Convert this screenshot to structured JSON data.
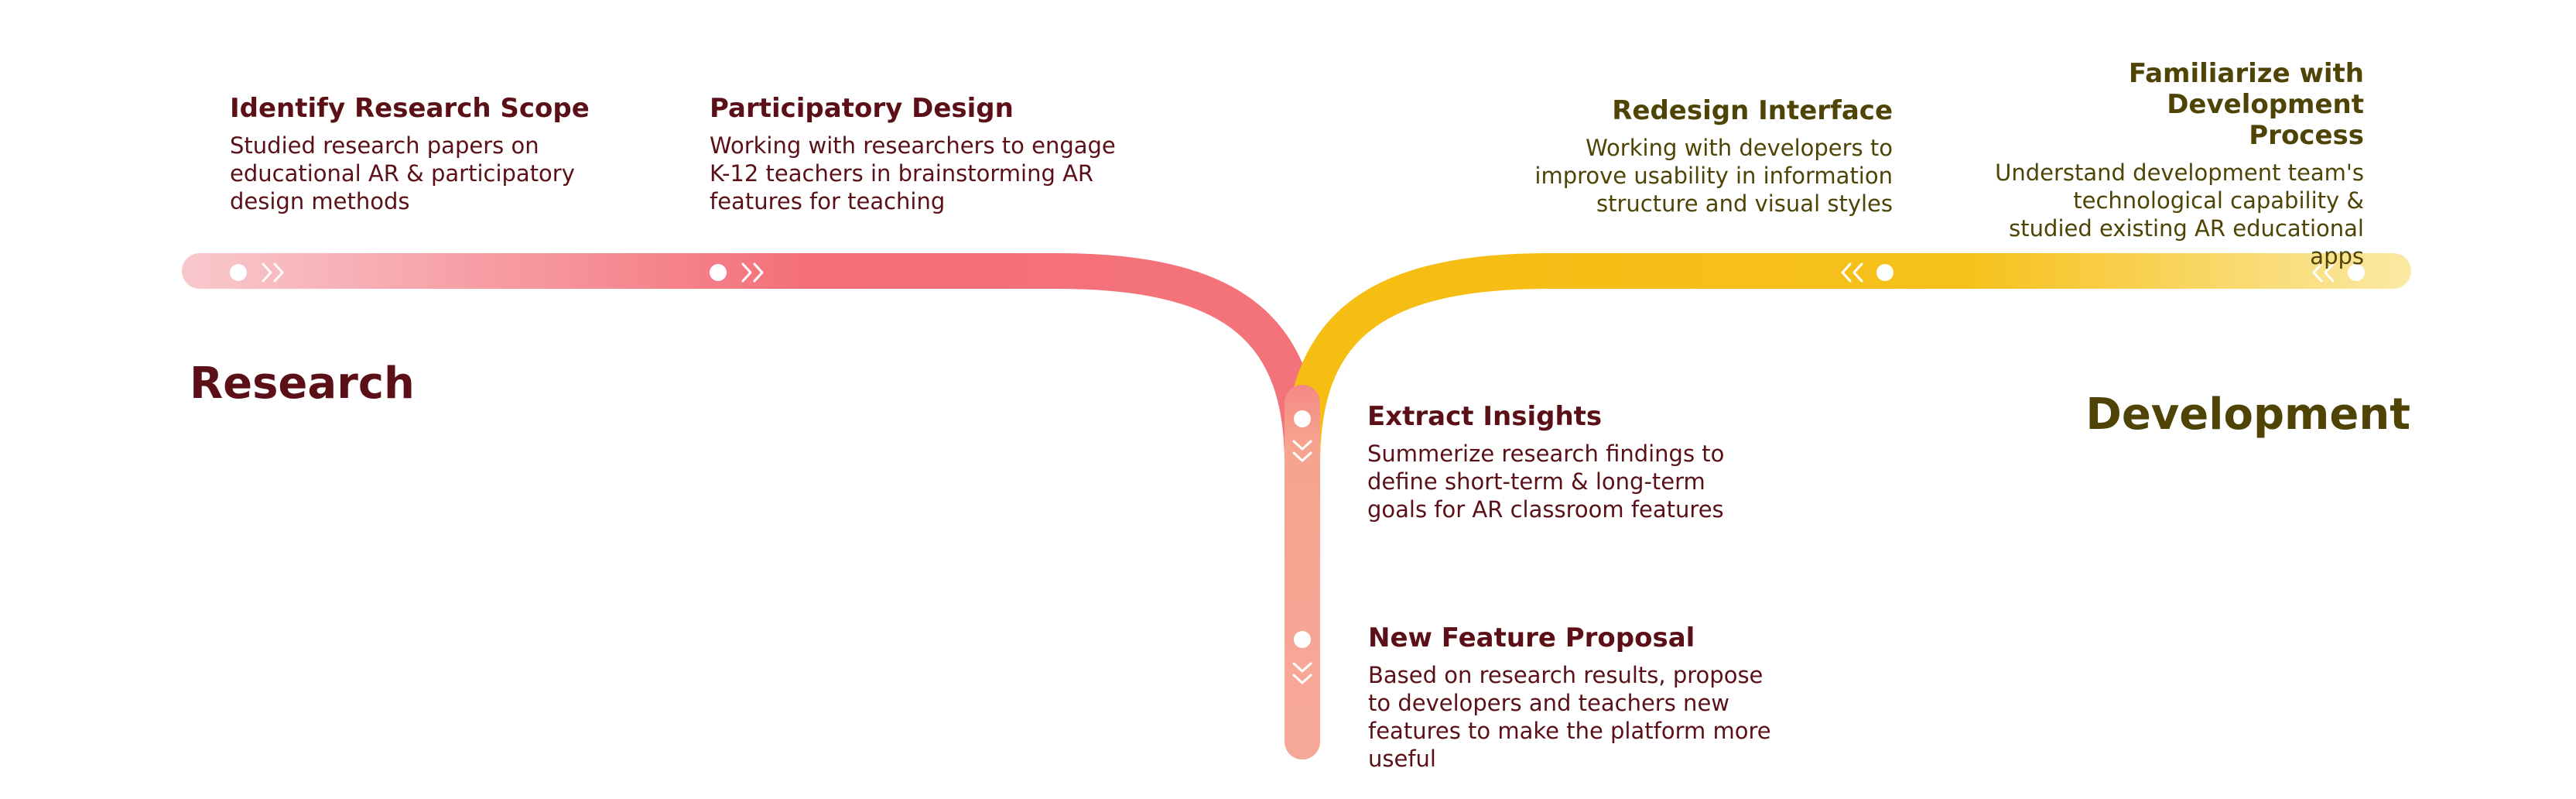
{
  "colors": {
    "research_dark": "#5a1016",
    "development_dark": "#4f4406",
    "research_track_light": "#f7c2c7",
    "research_track": "#f46f78",
    "development_track": "#f6bd12",
    "development_track_light": "#fbe8a0",
    "stem_track": "#f6a596"
  },
  "phases": {
    "research": "Research",
    "development": "Development"
  },
  "steps": {
    "identify_scope": {
      "title": "Identify Research Scope",
      "description": "Studied research papers on educational AR & participatory design methods"
    },
    "participatory_design": {
      "title": "Participatory Design",
      "description": "Working with researchers to engage K-12 teachers in brainstorming AR features for teaching"
    },
    "redesign_interface": {
      "title": "Redesign Interface",
      "description": "Working with developers to improve usability in information structure and visual styles"
    },
    "familiarize_process": {
      "title": "Familiarize with Development Process",
      "description": "Understand development team's technological capability & studied existing AR educational apps"
    },
    "extract_insights": {
      "title": "Extract Insights",
      "description": "Summerize research findings to define short-term & long-term goals for AR classroom features"
    },
    "new_feature_proposal": {
      "title": "New Feature Proposal",
      "description": "Based on research results, propose to developers and teachers new features to make the platform more useful"
    }
  }
}
